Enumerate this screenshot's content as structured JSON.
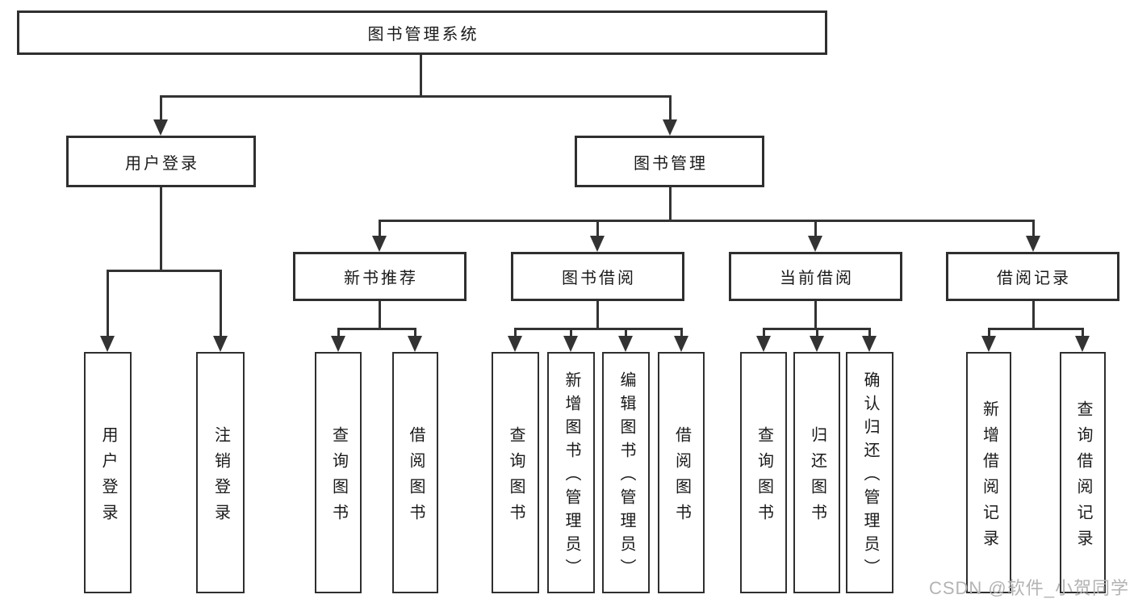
{
  "colors": {
    "line": "#333333",
    "box_border": "#2f2f2f",
    "text": "#1a1a1a",
    "background": "#ffffff",
    "watermark": "#b3b3b3"
  },
  "diagram": {
    "root": {
      "label": "图书管理系统"
    },
    "level2": [
      {
        "label": "用户登录"
      },
      {
        "label": "图书管理"
      }
    ],
    "level3": [
      {
        "label": "新书推荐"
      },
      {
        "label": "图书借阅"
      },
      {
        "label": "当前借阅"
      },
      {
        "label": "借阅记录"
      }
    ],
    "leaves": [
      {
        "label": "用户登录"
      },
      {
        "label": "注销登录"
      },
      {
        "label": "查询图书"
      },
      {
        "label": "借阅图书"
      },
      {
        "label": "查询图书"
      },
      {
        "label": "新增图书（管理员）"
      },
      {
        "label": "编辑图书（管理员）"
      },
      {
        "label": "借阅图书"
      },
      {
        "label": "查询图书"
      },
      {
        "label": "归还图书"
      },
      {
        "label": "确认归还（管理员）"
      },
      {
        "label": "新增借阅记录"
      },
      {
        "label": "查询借阅记录"
      }
    ]
  },
  "watermark": {
    "text": "CSDN @软件_小贺同学"
  }
}
